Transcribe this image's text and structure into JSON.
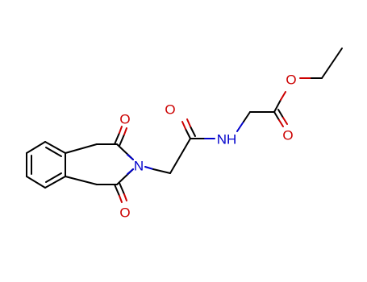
{
  "structure": {
    "atoms": {
      "o_top_imide": "O",
      "o_bottom_imide": "O",
      "n_imide": "N",
      "o_amide": "O",
      "n_amide": "NH",
      "o_ester_carbonyl": "O",
      "o_ester_ether": "O"
    }
  },
  "colors": {
    "carbon_bond": "#000000",
    "oxygen": "#cc0000",
    "nitrogen": "#0000cc",
    "background": "#ffffff"
  }
}
